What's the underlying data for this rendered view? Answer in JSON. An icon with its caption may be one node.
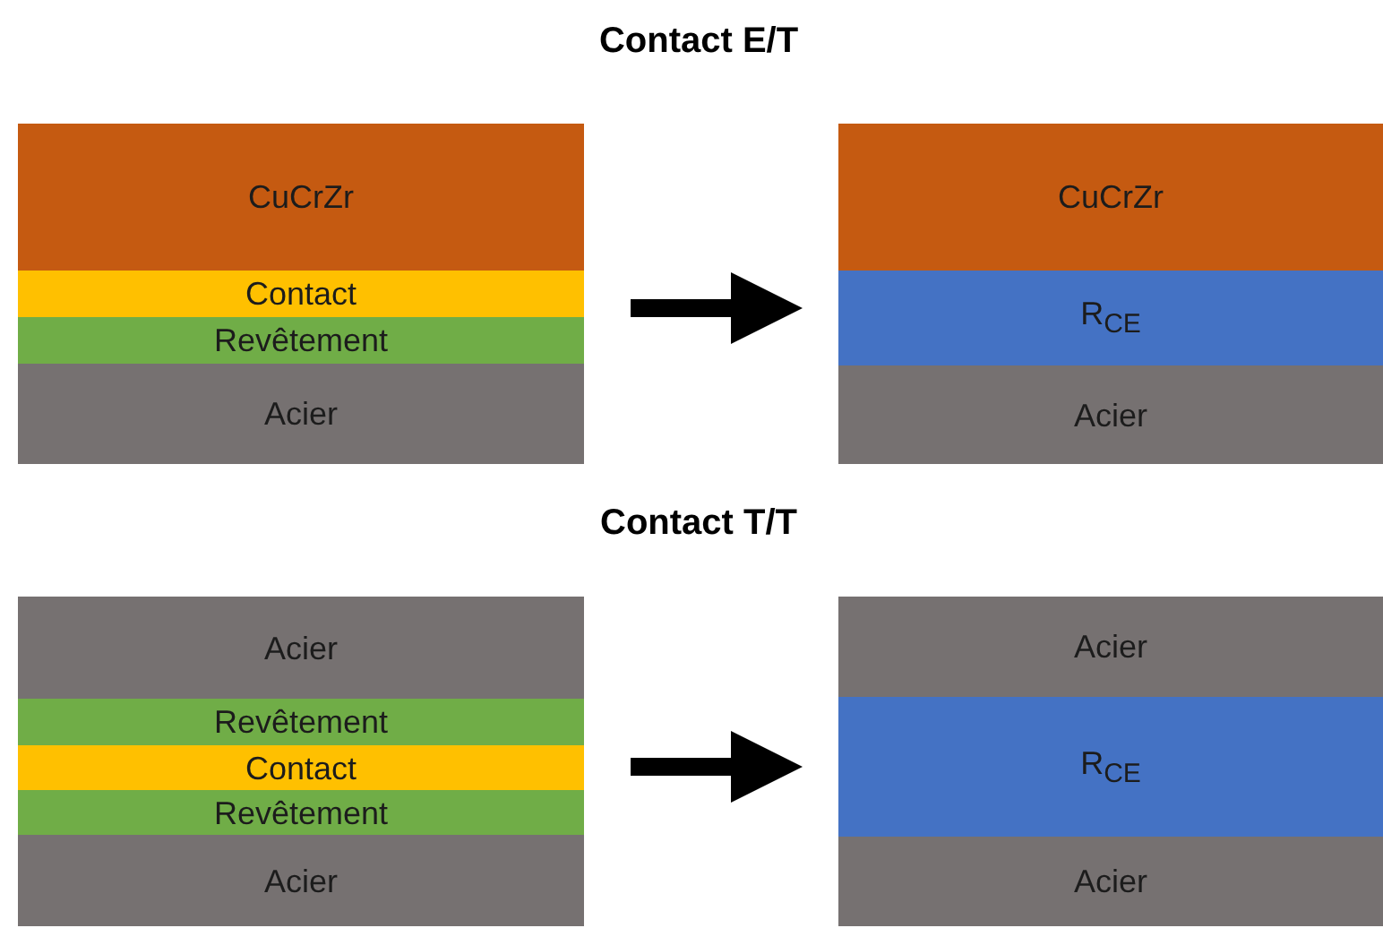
{
  "diagram": {
    "nodes": [
      {
        "text": [],
        "shape": "box"
      },
      {
        "text": [
          "CuCrZr"
        ],
        "in": 0
      },
      {
        "text": [
          "Contact"
        ],
        "in": 0
      },
      {
        "text": [
          "Revêtement"
        ],
        "in": 0
      },
      {
        "text": [
          "Acier"
        ],
        "in": 0
      },
      {
        "text": [],
        "shape": "box"
      },
      {
        "text": [
          "CuCrZr"
        ],
        "in": 5
      },
      {
        "text": [
          "R$_{CE}$"
        ],
        "in": 5
      },
      {
        "text": [
          "Acier"
        ],
        "in": 5
      },
      {
        "text": [],
        "shape": "box"
      },
      {
        "text": [
          "Acier"
        ],
        "in": 9
      },
      {
        "text": [
          "Revêtement"
        ],
        "in": 9
      },
      {
        "text": [
          "Contact"
        ],
        "in": 9
      },
      {
        "text": [
          "Revêtement"
        ],
        "in": 9
      },
      {
        "text": [
          "Acier"
        ],
        "in": 9
      },
      {
        "text": [],
        "shape": "box"
      },
      {
        "text": [
          "Acier"
        ],
        "in": 15
      },
      {
        "text": [
          "R$_{CE}$"
        ],
        "in": 15
      },
      {
        "text": [
          "Acier"
        ],
        "in": 15
      }
    ],
    "edges": [
      {
        "from": 0,
        "to": 5,
        "arrow": "to"
      },
      {
        "from": 9,
        "to": 15,
        "arrow": "to"
      }
    ],
    "labels": [
      "Contact E/T",
      "Contact T/T"
    ]
  }
}
